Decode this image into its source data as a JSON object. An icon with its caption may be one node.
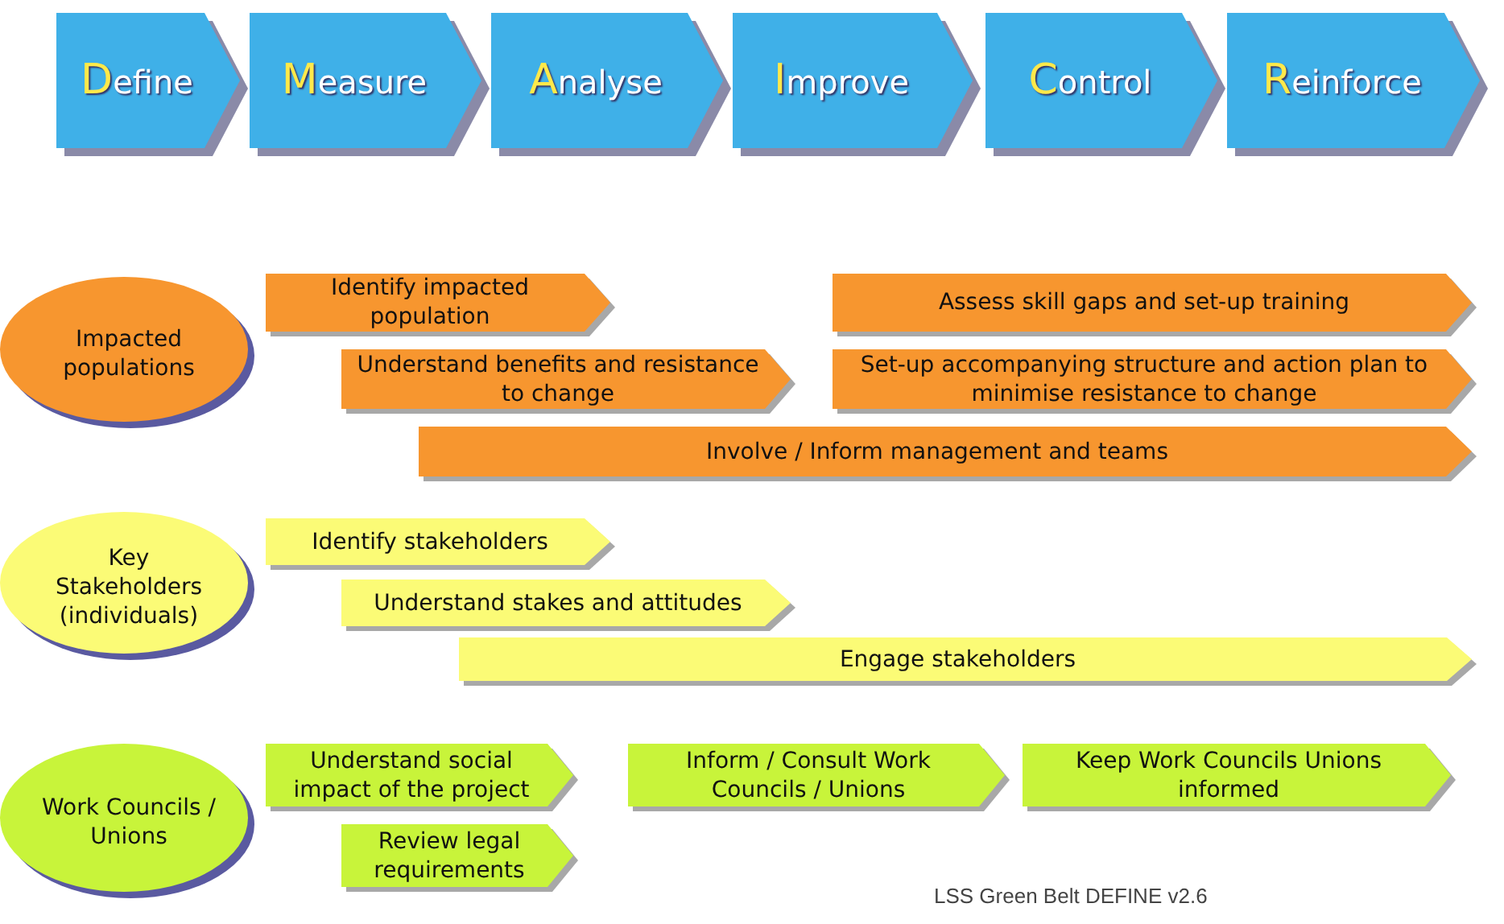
{
  "diagram": {
    "nodes": [
      {
        "text": [
          "Define"
        ]
      },
      {
        "text": [
          "Measure"
        ]
      },
      {
        "text": [
          "Analyse"
        ]
      },
      {
        "text": [
          "Improve"
        ]
      },
      {
        "text": [
          "Control"
        ]
      },
      {
        "text": [
          "Reinforce"
        ]
      },
      {
        "text": [
          "Impacted populations"
        ]
      },
      {
        "text": [
          "Identify impacted population"
        ]
      },
      {
        "text": [
          "Assess skill gaps and set-up training"
        ]
      },
      {
        "text": [
          "Understand benefits and resistance to change"
        ]
      },
      {
        "text": [
          "Set-up accompanying structure and action plan to minimise resistance to change"
        ]
      },
      {
        "text": [
          "Involve / Inform management and teams"
        ]
      },
      {
        "text": [
          "Key Stakeholders (individuals)"
        ]
      },
      {
        "text": [
          "Identify stakeholders"
        ]
      },
      {
        "text": [
          "Understand stakes and attitudes"
        ]
      },
      {
        "text": [
          "Engage stakeholders"
        ]
      },
      {
        "text": [
          "Work Councils / Unions"
        ]
      },
      {
        "text": [
          "Understand social impact of the project"
        ]
      },
      {
        "text": [
          "Inform / Consult Work Councils / Unions"
        ]
      },
      {
        "text": [
          "Keep Work Councils Unions informed"
        ]
      },
      {
        "text": [
          "Review legal requirements"
        ]
      }
    ],
    "labels": [
      "LSS Green Belt DEFINE v2.6"
    ]
  }
}
